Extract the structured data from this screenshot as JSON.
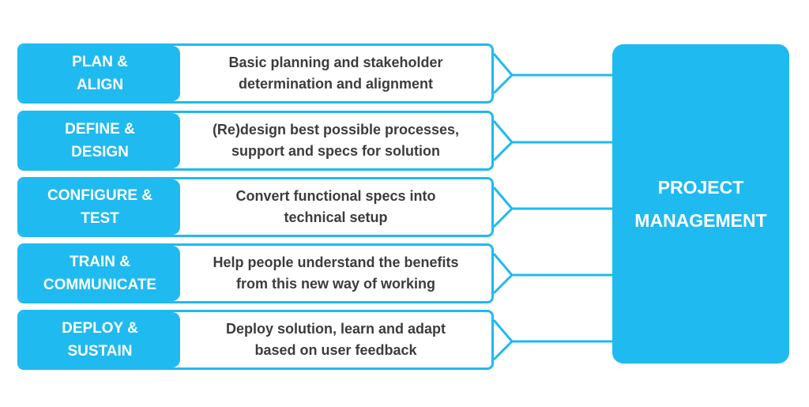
{
  "colors": {
    "accent": "#1fbaf0",
    "text": "#3c3c3c",
    "background": "#ffffff"
  },
  "phases": [
    {
      "name_line1": "PLAN &",
      "name_line2": "ALIGN",
      "desc_line1": "Basic planning and stakeholder",
      "desc_line2": "determination and alignment"
    },
    {
      "name_line1": "DEFINE &",
      "name_line2": "DESIGN",
      "desc_line1": "(Re)design best possible processes,",
      "desc_line2": "support and specs for solution"
    },
    {
      "name_line1": "CONFIGURE &",
      "name_line2": "TEST",
      "desc_line1": "Convert functional specs into",
      "desc_line2": "technical setup"
    },
    {
      "name_line1": "TRAIN &",
      "name_line2": "COMMUNICATE",
      "desc_line1": "Help people understand the benefits",
      "desc_line2": "from this new way of working"
    },
    {
      "name_line1": "DEPLOY &",
      "name_line2": "SUSTAIN",
      "desc_line1": "Deploy solution, learn and adapt",
      "desc_line2": "based on user feedback"
    }
  ],
  "project_management": {
    "line1": "PROJECT",
    "line2": "MANAGEMENT"
  }
}
